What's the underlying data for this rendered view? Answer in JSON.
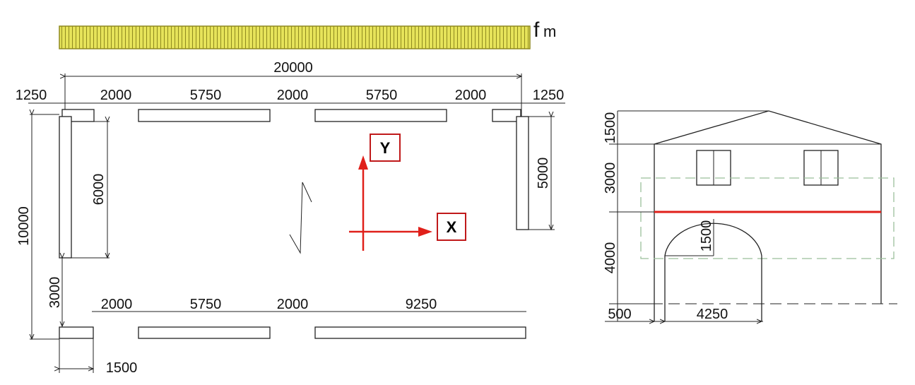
{
  "load": {
    "label": "f",
    "subscript": "m",
    "color": "#e6e35a"
  },
  "plan": {
    "overall_width": "20000",
    "top_row": [
      "1250",
      "2000",
      "5750",
      "2000",
      "5750",
      "2000",
      "1250"
    ],
    "left_height": "10000",
    "left_wall": "6000",
    "left_opening": "3000",
    "right_wall": "5000",
    "bottom_row": [
      "2000",
      "5750",
      "2000",
      "9250"
    ],
    "bottom_offset": "1500"
  },
  "axes": {
    "x_label": "X",
    "y_label": "Y",
    "arrow_color": "#e0201a"
  },
  "elevation": {
    "heights": [
      "1500",
      "3000",
      "4000"
    ],
    "arch_radius": "1500",
    "bottom": [
      "500",
      "4250"
    ],
    "floor_line_color": "#e0201a",
    "band_color": "#9bbf9b"
  }
}
